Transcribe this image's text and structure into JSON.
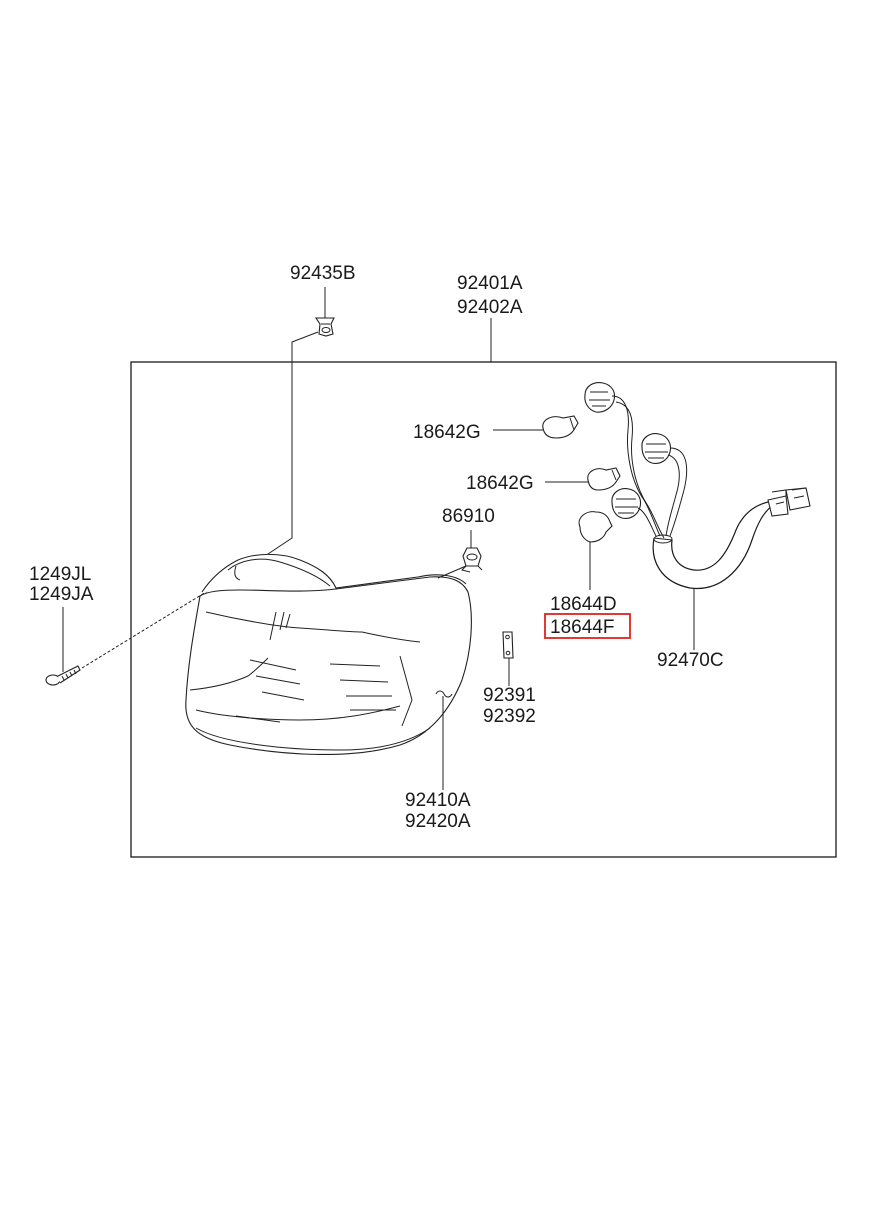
{
  "diagram": {
    "part_labels": {
      "clip_top": "92435B",
      "assembly_1": "92401A",
      "assembly_2": "92402A",
      "bulb_upper": "18642G",
      "bulb_middle": "18642G",
      "nut": "86910",
      "screw_1": "1249JL",
      "screw_2": "1249JA",
      "bulb_lower_1": "18644D",
      "bulb_lower_2": "18644F",
      "harness": "92470C",
      "bracket_1": "92391",
      "bracket_2": "92392",
      "lens_1": "92410A",
      "lens_2": "92420A"
    },
    "highlight_color": "#e0231c"
  }
}
